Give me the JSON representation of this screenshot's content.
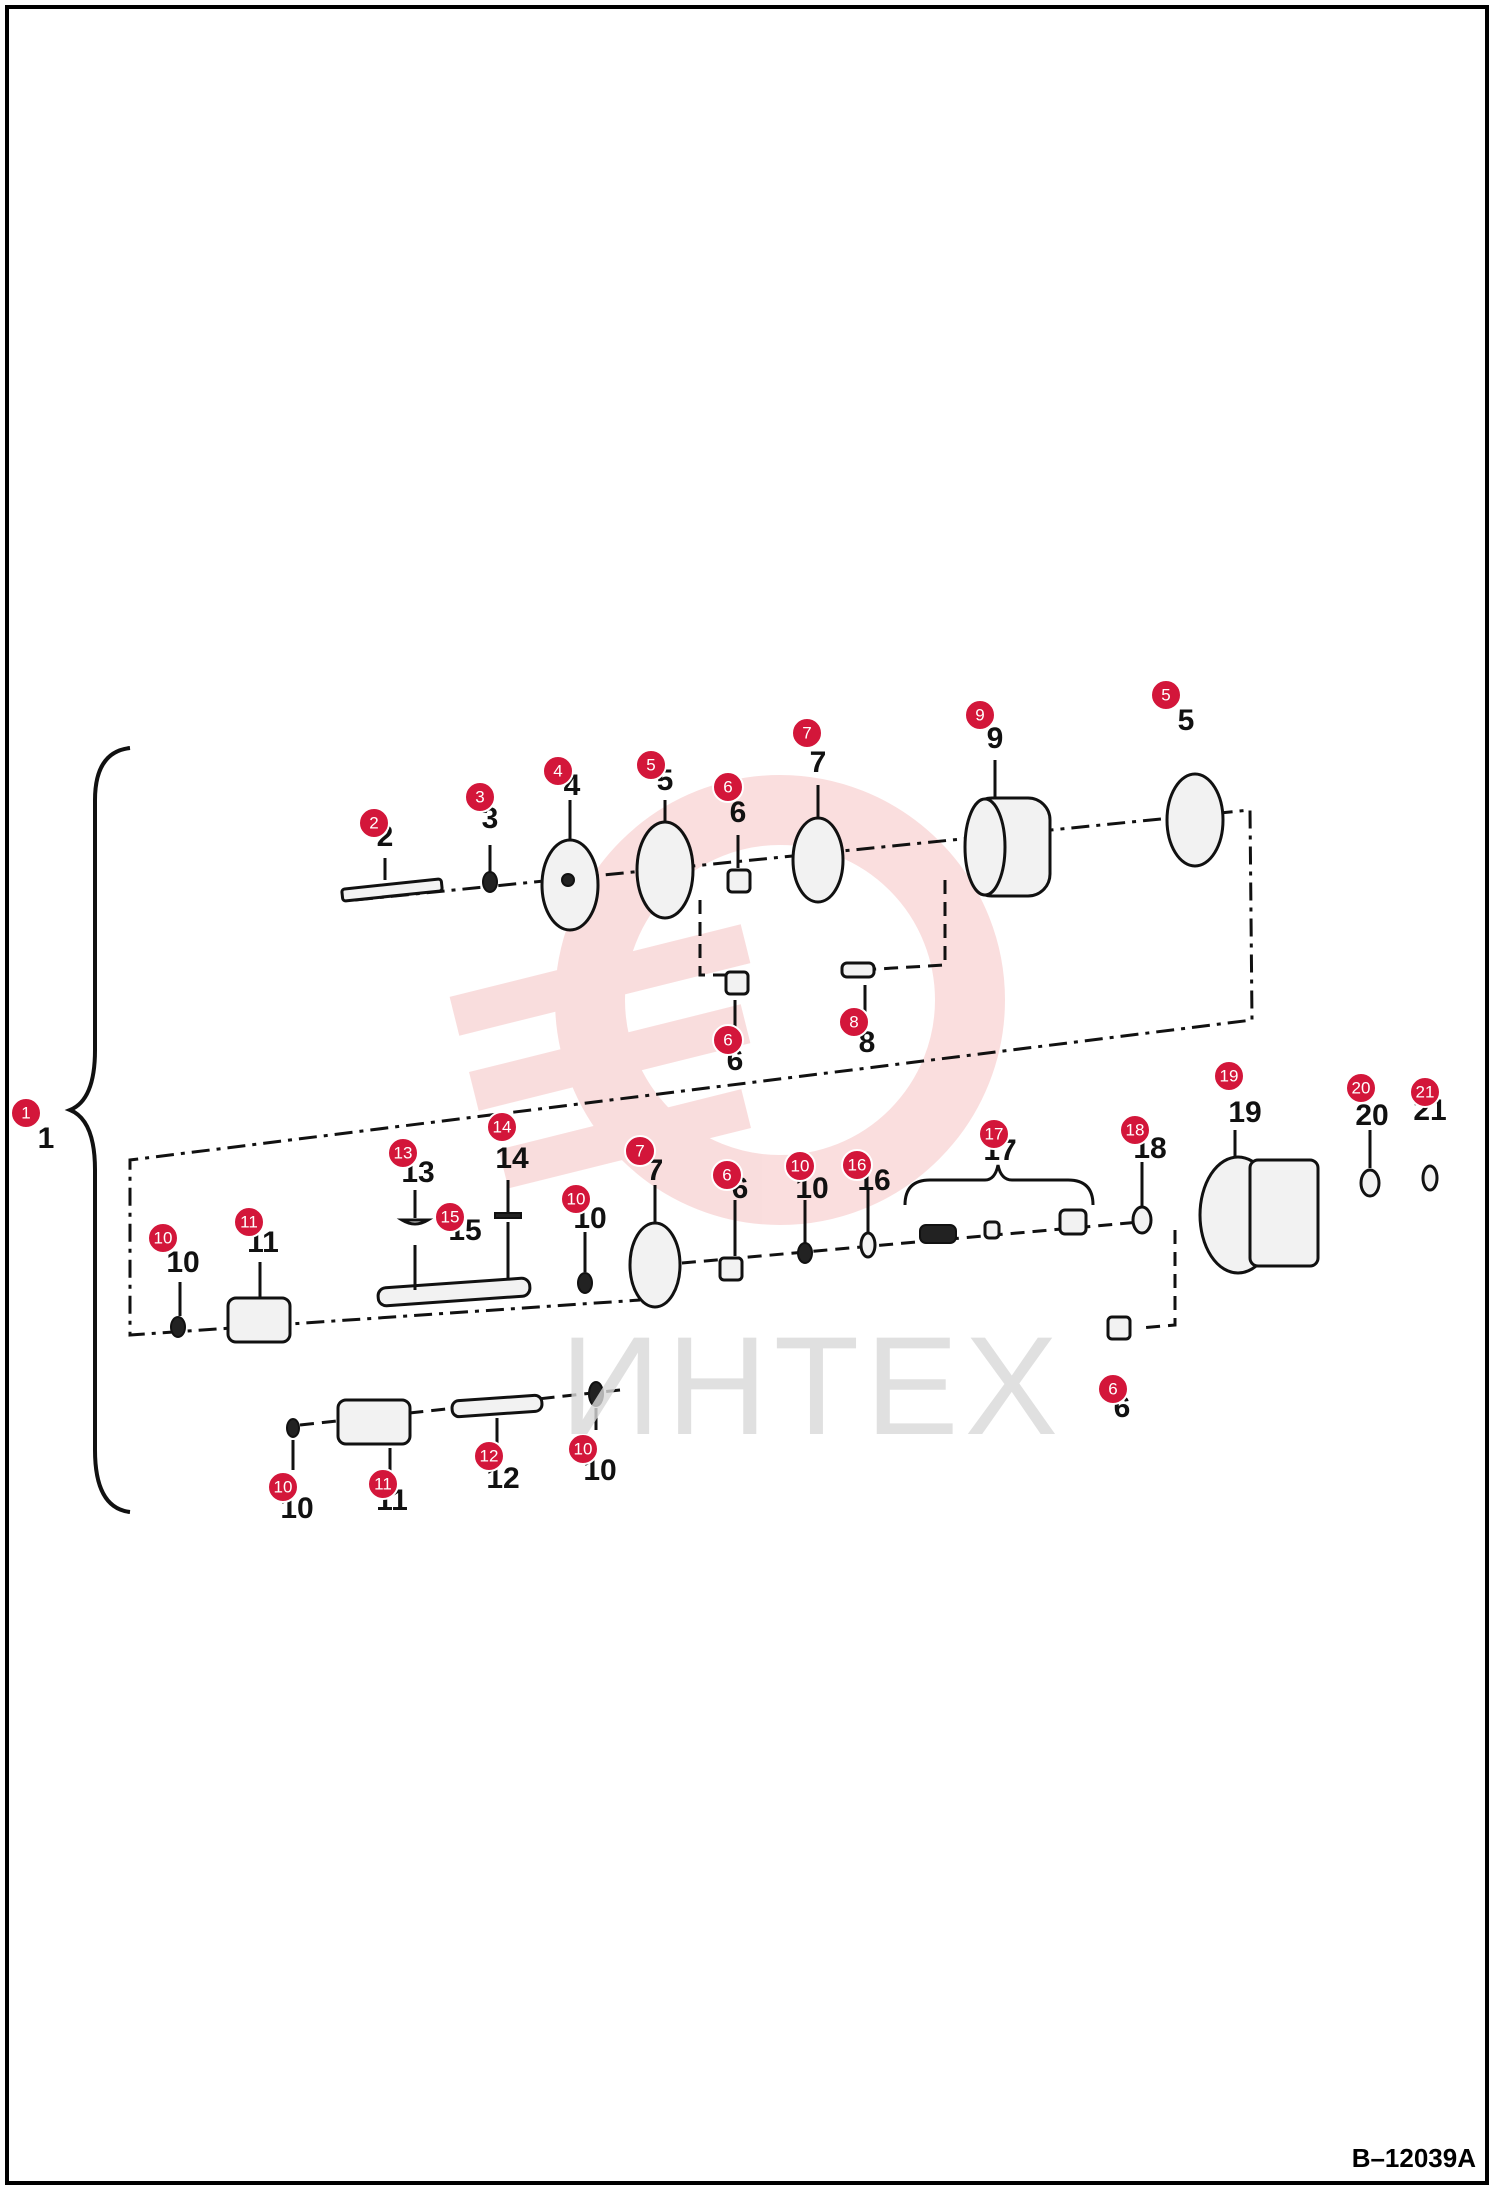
{
  "drawing_code": "B–12039A",
  "watermark": "ИНТЕХ",
  "colors": {
    "callout": "#d3163a",
    "watermark_logo": "#f3b5b5",
    "line": "#111111"
  },
  "assembly_callout": "1",
  "assembly_label": "1",
  "callouts": [
    "2",
    "3",
    "4",
    "5",
    "6",
    "7",
    "9",
    "5",
    "6",
    "8",
    "19",
    "20",
    "21",
    "18",
    "17",
    "16",
    "10",
    "6",
    "7",
    "14",
    "13",
    "15",
    "10",
    "11",
    "10",
    "6",
    "10",
    "11",
    "12",
    "10"
  ],
  "labels": [
    "2",
    "3",
    "4",
    "5",
    "6",
    "7",
    "9",
    "5",
    "6",
    "8",
    "19",
    "20",
    "21",
    "18",
    "17",
    "16",
    "10",
    "6",
    "7",
    "14",
    "13",
    "15",
    "10",
    "11",
    "10",
    "6",
    "10",
    "11",
    "12",
    "10"
  ]
}
